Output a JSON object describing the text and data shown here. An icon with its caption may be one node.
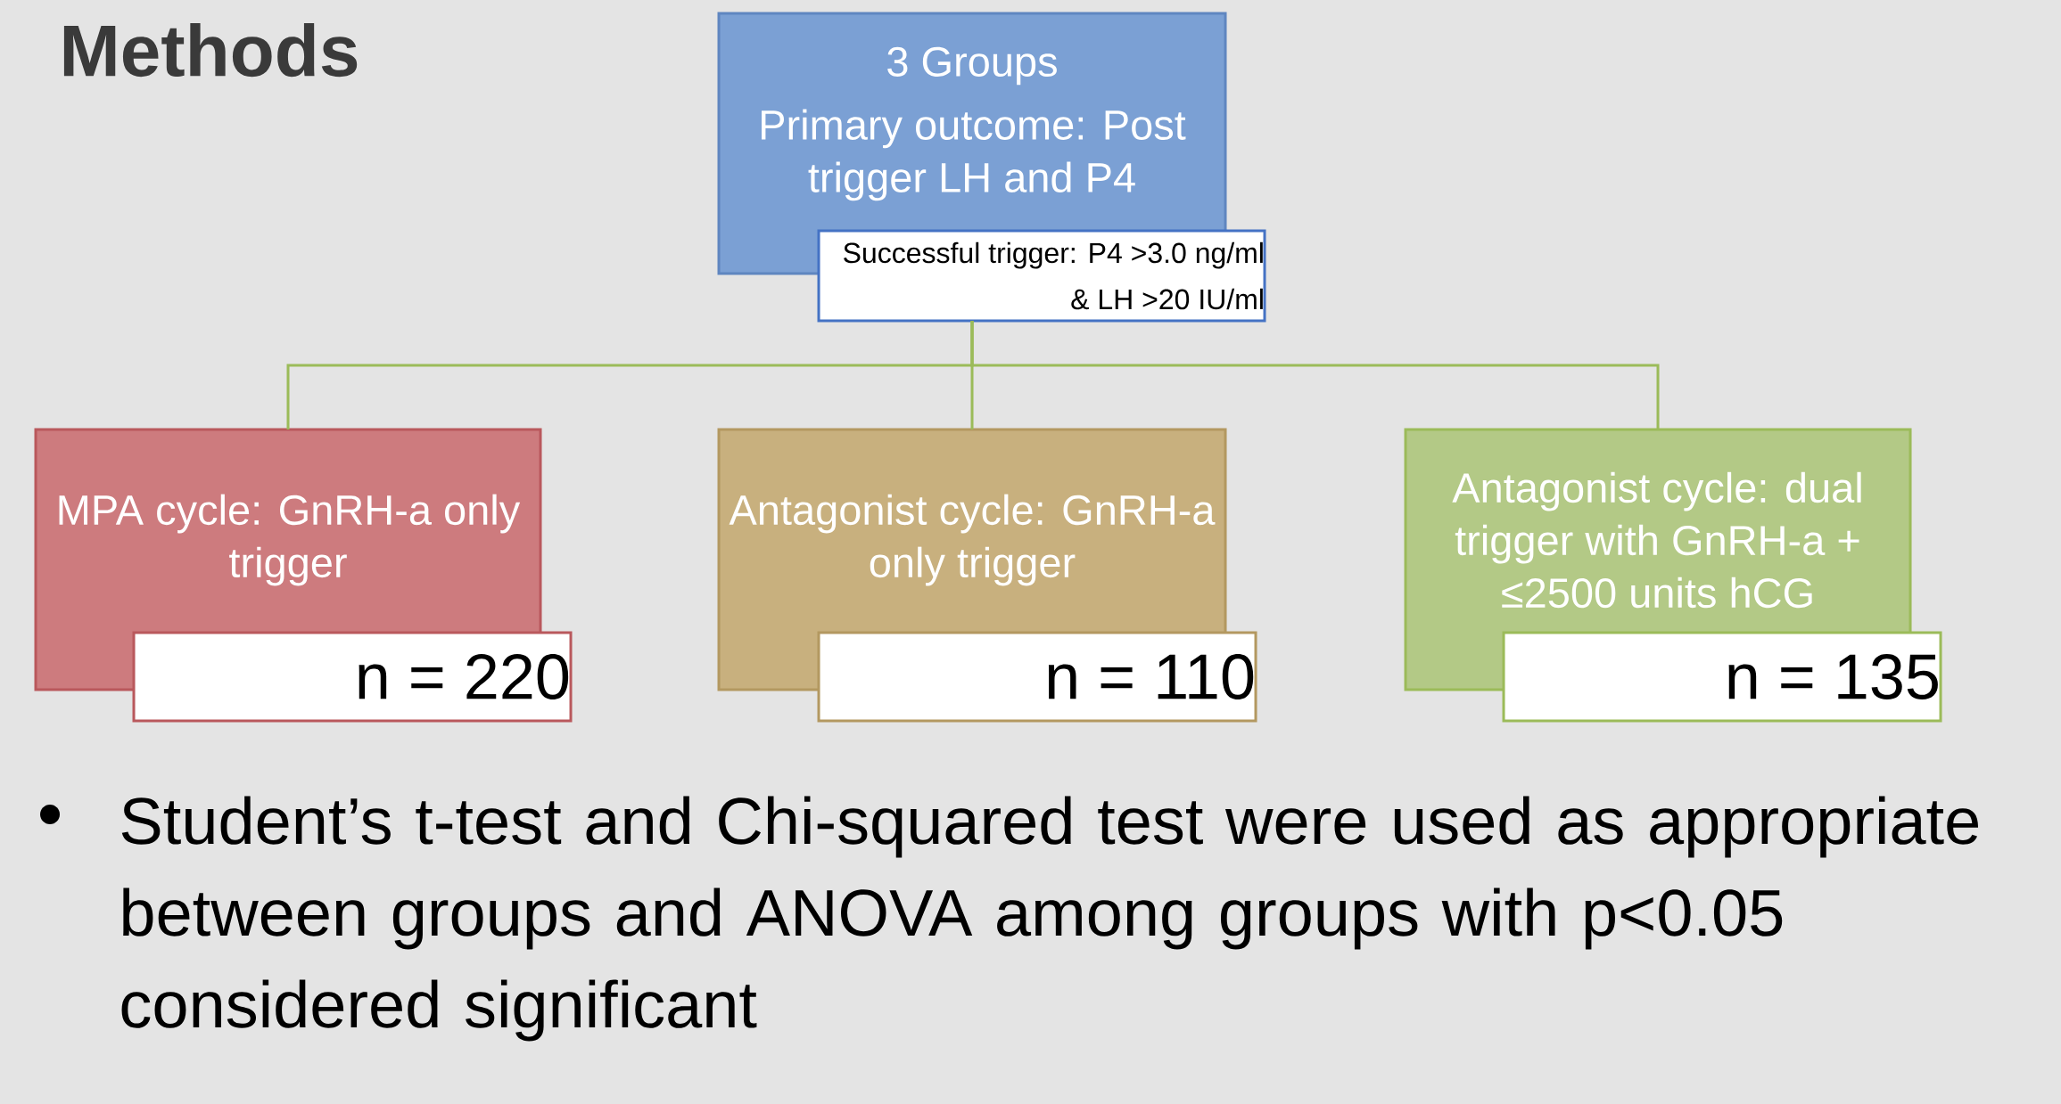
{
  "diagram": {
    "title": "Methods",
    "nodes": [
      {
        "text": [
          "3 Groups",
          "Primary outcome: Post trigger LH and P4"
        ]
      },
      {
        "text": [
          "Successful trigger: P4 >3.0 ng/ml & LH >20 IU/ml"
        ]
      },
      {
        "text": [
          "MPA cycle: GnRH-a only trigger"
        ]
      },
      {
        "text": [
          "n = 220"
        ]
      },
      {
        "text": [
          "Antagonist cycle: GnRH-a only trigger"
        ]
      },
      {
        "text": [
          "n = 110"
        ]
      },
      {
        "text": [
          "Antagonist cycle: dual trigger with GnRH-a + ≤2500 units hCG"
        ]
      },
      {
        "text": [
          "n = 135"
        ]
      }
    ],
    "edges": [
      {
        "from": 1,
        "to": 2,
        "arrow": "none"
      },
      {
        "from": 1,
        "to": 4,
        "arrow": "none"
      },
      {
        "from": 1,
        "to": 6,
        "arrow": "none"
      }
    ],
    "labels": [
      "Student’s t-test and Chi-squared test were used as appropriate between groups and ANOVA among groups with p<0.05 considered significant"
    ]
  }
}
